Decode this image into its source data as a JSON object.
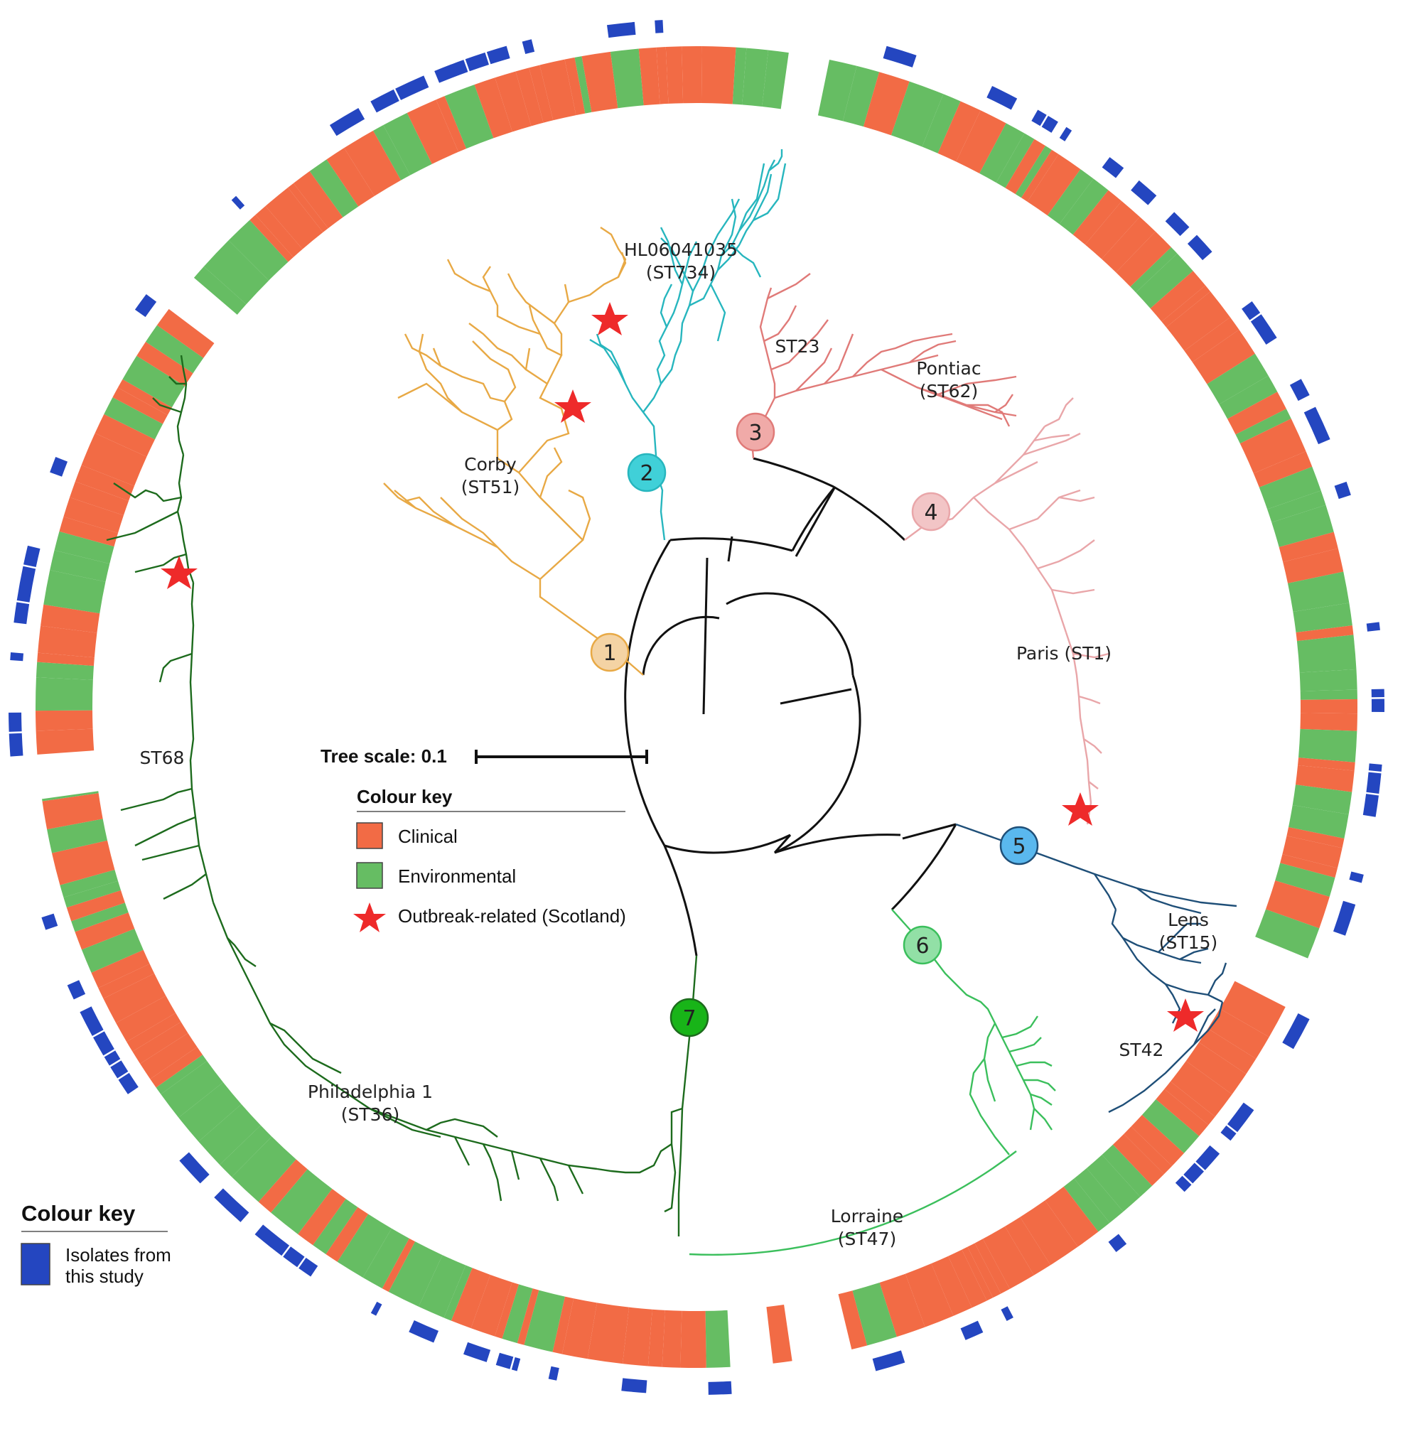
{
  "tree_scale": {
    "label": "Tree scale: 0.1"
  },
  "legend_main": {
    "title": "Colour key",
    "items": [
      {
        "label": "Clinical",
        "color": "#f26b45",
        "shape": "square"
      },
      {
        "label": "Environmental",
        "color": "#66bd63",
        "shape": "square"
      },
      {
        "label": "Outbreak-related (Scotland)",
        "color": "#ee2a2a",
        "shape": "star"
      }
    ]
  },
  "legend_isolates": {
    "title": "Colour key",
    "items": [
      {
        "label_lines": [
          "Isolates from",
          "this study"
        ],
        "color": "#2446c0"
      }
    ]
  },
  "clades": [
    {
      "id": "1",
      "color": "#e8a945",
      "fill": "#f4d3a4"
    },
    {
      "id": "2",
      "color": "#27b6be",
      "fill": "#40d0d8"
    },
    {
      "id": "3",
      "color": "#e07a78",
      "fill": "#f0aaa8"
    },
    {
      "id": "4",
      "color": "#e9a6a9",
      "fill": "#f2c5c6"
    },
    {
      "id": "5",
      "color": "#1f4f78",
      "fill": "#5ab8ee"
    },
    {
      "id": "6",
      "color": "#3bbf5c",
      "fill": "#92e0a6"
    },
    {
      "id": "7",
      "color": "#1d6b1d",
      "fill": "#18b418"
    }
  ],
  "lineage_labels": [
    {
      "lines": [
        "Corby",
        "(ST51)"
      ]
    },
    {
      "lines": [
        "HL06041035",
        "(ST734)"
      ]
    },
    {
      "lines": [
        "ST23"
      ]
    },
    {
      "lines": [
        "Pontiac",
        "(ST62)"
      ]
    },
    {
      "lines": [
        "Paris (ST1)"
      ]
    },
    {
      "lines": [
        "Lens",
        "(ST15)"
      ]
    },
    {
      "lines": [
        "ST42"
      ]
    },
    {
      "lines": [
        "Lorraine",
        "(ST47)"
      ]
    },
    {
      "lines": [
        "Philadelphia 1",
        "(ST36)"
      ]
    },
    {
      "lines": [
        "ST68"
      ]
    }
  ],
  "rings": {
    "clinical_color": "#f26b45",
    "environmental_color": "#66bd63",
    "isolate_color": "#2446c0"
  }
}
